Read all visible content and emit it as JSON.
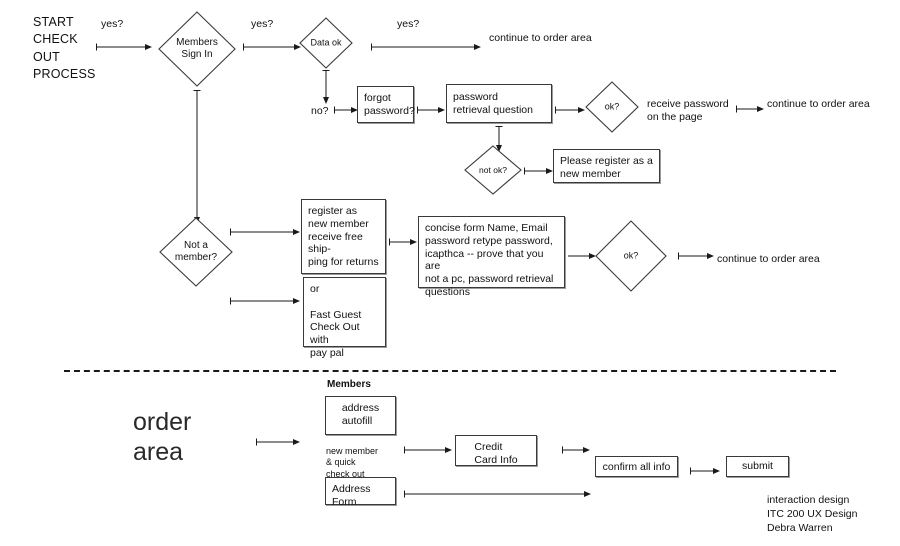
{
  "diagram": {
    "title_block": "START\nCHECK\nOUT\nPROCESS",
    "section_label": "order\narea",
    "credits": "interaction design\nITC 200 UX Design\nDebra Warren"
  },
  "decisions": {
    "members_sign_in": "Members\nSign In",
    "data_ok": "Data ok",
    "ok_password": "ok?",
    "not_ok": "not ok?",
    "not_a_member": "Not a\nmember?",
    "ok_form": "ok?"
  },
  "boxes": {
    "forgot_password": "forgot\npassword?",
    "password_retrieval": "password\nretrieval question",
    "please_register": "Please register as a\nnew member",
    "register_new_member": "register as\nnew member\nreceive free ship-\nping for returns",
    "fast_guest": "or\n\nFast Guest\nCheck Out with\npay pal",
    "concise_form": "concise form  Name, Email\npassword retype password,\nicapthca -- prove that you are\nnot a pc, password retrieval\nquestions",
    "address_autofill": "address\nautofill",
    "address_form": "Address\nForm",
    "credit_card_info": "Credit\nCard Info",
    "confirm_all_info": "confirm all info",
    "submit": "submit"
  },
  "edge_labels": {
    "yes_start": "yes?",
    "yes_signin": "yes?",
    "yes_dataok": "yes?",
    "no_dataok": "no?"
  },
  "annotations": {
    "continue_top": "continue to order area",
    "receive_password": "receive password\non the page",
    "continue_password": "continue to order area",
    "continue_form": "continue to order area",
    "members_header": "Members",
    "new_member_quick": "new member\n& quick\ncheck out"
  },
  "colors": {
    "stroke": "#3a3a3a",
    "arrow": "#1a1a1a",
    "text": "#111111",
    "background": "#ffffff",
    "shadow": "#9a9a9a"
  }
}
